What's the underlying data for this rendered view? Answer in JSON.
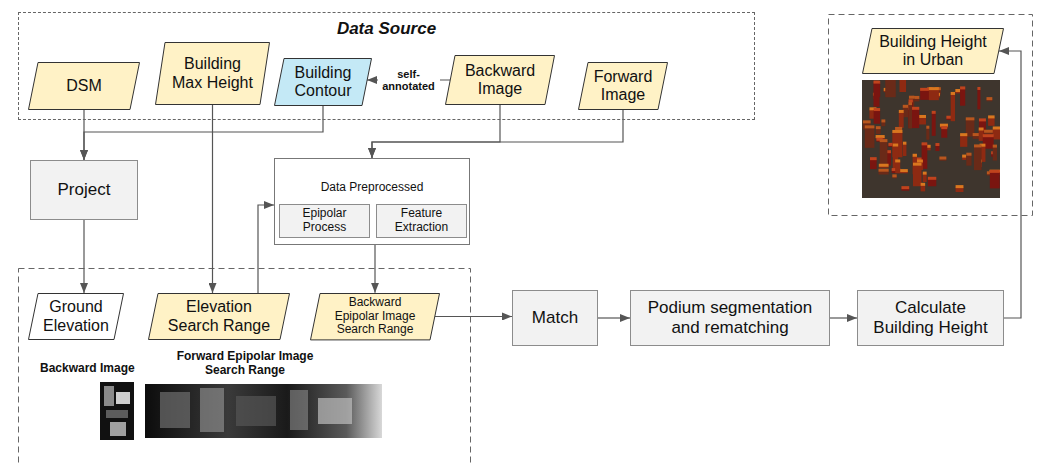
{
  "diagram": {
    "nodes": [
      {
        "text": [
          "Data Source"
        ]
      },
      {
        "text": [
          "DSM"
        ],
        "in": 0
      },
      {
        "text": [
          "Building Max Height"
        ],
        "in": 0
      },
      {
        "text": [
          "Building Contour"
        ],
        "in": 0
      },
      {
        "text": [
          "Backward Image"
        ],
        "in": 0
      },
      {
        "text": [
          "Forward Image"
        ],
        "in": 0
      },
      {
        "text": [
          "Project"
        ]
      },
      {
        "text": [
          "Data Preprocessed"
        ]
      },
      {
        "text": [
          "Epipolar Process"
        ],
        "in": 7
      },
      {
        "text": [
          "Feature Extraction"
        ],
        "in": 7
      },
      {
        "text": [
          "Ground Elevation"
        ]
      },
      {
        "text": [
          "Elevation Search Range"
        ]
      },
      {
        "text": [
          "Backward Epipolar Image Search Range"
        ]
      },
      {
        "text": [
          "Match"
        ]
      },
      {
        "text": [
          "Podium segmentation and rematching"
        ]
      },
      {
        "text": [
          "Calculate Building Height"
        ]
      },
      {
        "text": [
          "Building Height in Urban"
        ]
      }
    ],
    "edges": [
      {
        "from": 4,
        "to": 3,
        "label": "self-annotated",
        "arrow": "to"
      },
      {
        "from": 1,
        "to": 6,
        "arrow": "to"
      },
      {
        "from": 3,
        "to": 6,
        "arrow": "to"
      },
      {
        "from": 2,
        "to": 11,
        "arrow": "to"
      },
      {
        "from": 4,
        "to": 7,
        "arrow": "to"
      },
      {
        "from": 5,
        "to": 7,
        "arrow": "to"
      },
      {
        "from": 6,
        "to": 10,
        "arrow": "to"
      },
      {
        "from": 11,
        "to": 7,
        "arrow": "to"
      },
      {
        "from": 7,
        "to": 12,
        "arrow": "to"
      },
      {
        "from": 12,
        "to": 13,
        "arrow": "to"
      },
      {
        "from": 13,
        "to": 14,
        "arrow": "to"
      },
      {
        "from": 14,
        "to": 15,
        "arrow": "to"
      },
      {
        "from": 15,
        "to": 16,
        "arrow": "to"
      }
    ],
    "labels": [
      "Backward Image",
      "Forward Epipolar Image Search Range"
    ]
  }
}
